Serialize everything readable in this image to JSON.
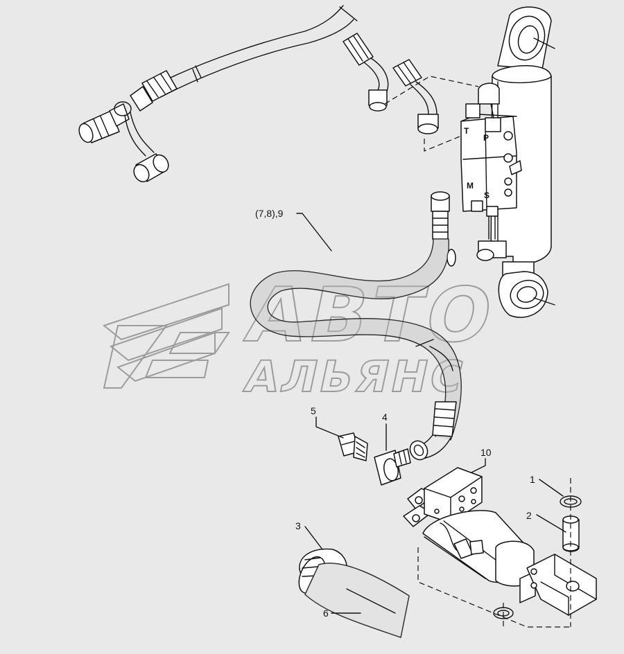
{
  "watermark": {
    "line1": "АВТО",
    "line2": "АЛЬЯНС"
  },
  "valve_ports": {
    "t": "T",
    "p": "P",
    "m": "M",
    "s": "S"
  },
  "callouts": [
    {
      "id": "hose-assembly",
      "text": "(7,8),9"
    },
    {
      "id": "part-5",
      "text": "5"
    },
    {
      "id": "part-4",
      "text": "4"
    },
    {
      "id": "part-10",
      "text": "10"
    },
    {
      "id": "part-1",
      "text": "1"
    },
    {
      "id": "part-2",
      "text": "2"
    },
    {
      "id": "part-3",
      "text": "3"
    },
    {
      "id": "part-6",
      "text": "6"
    }
  ]
}
